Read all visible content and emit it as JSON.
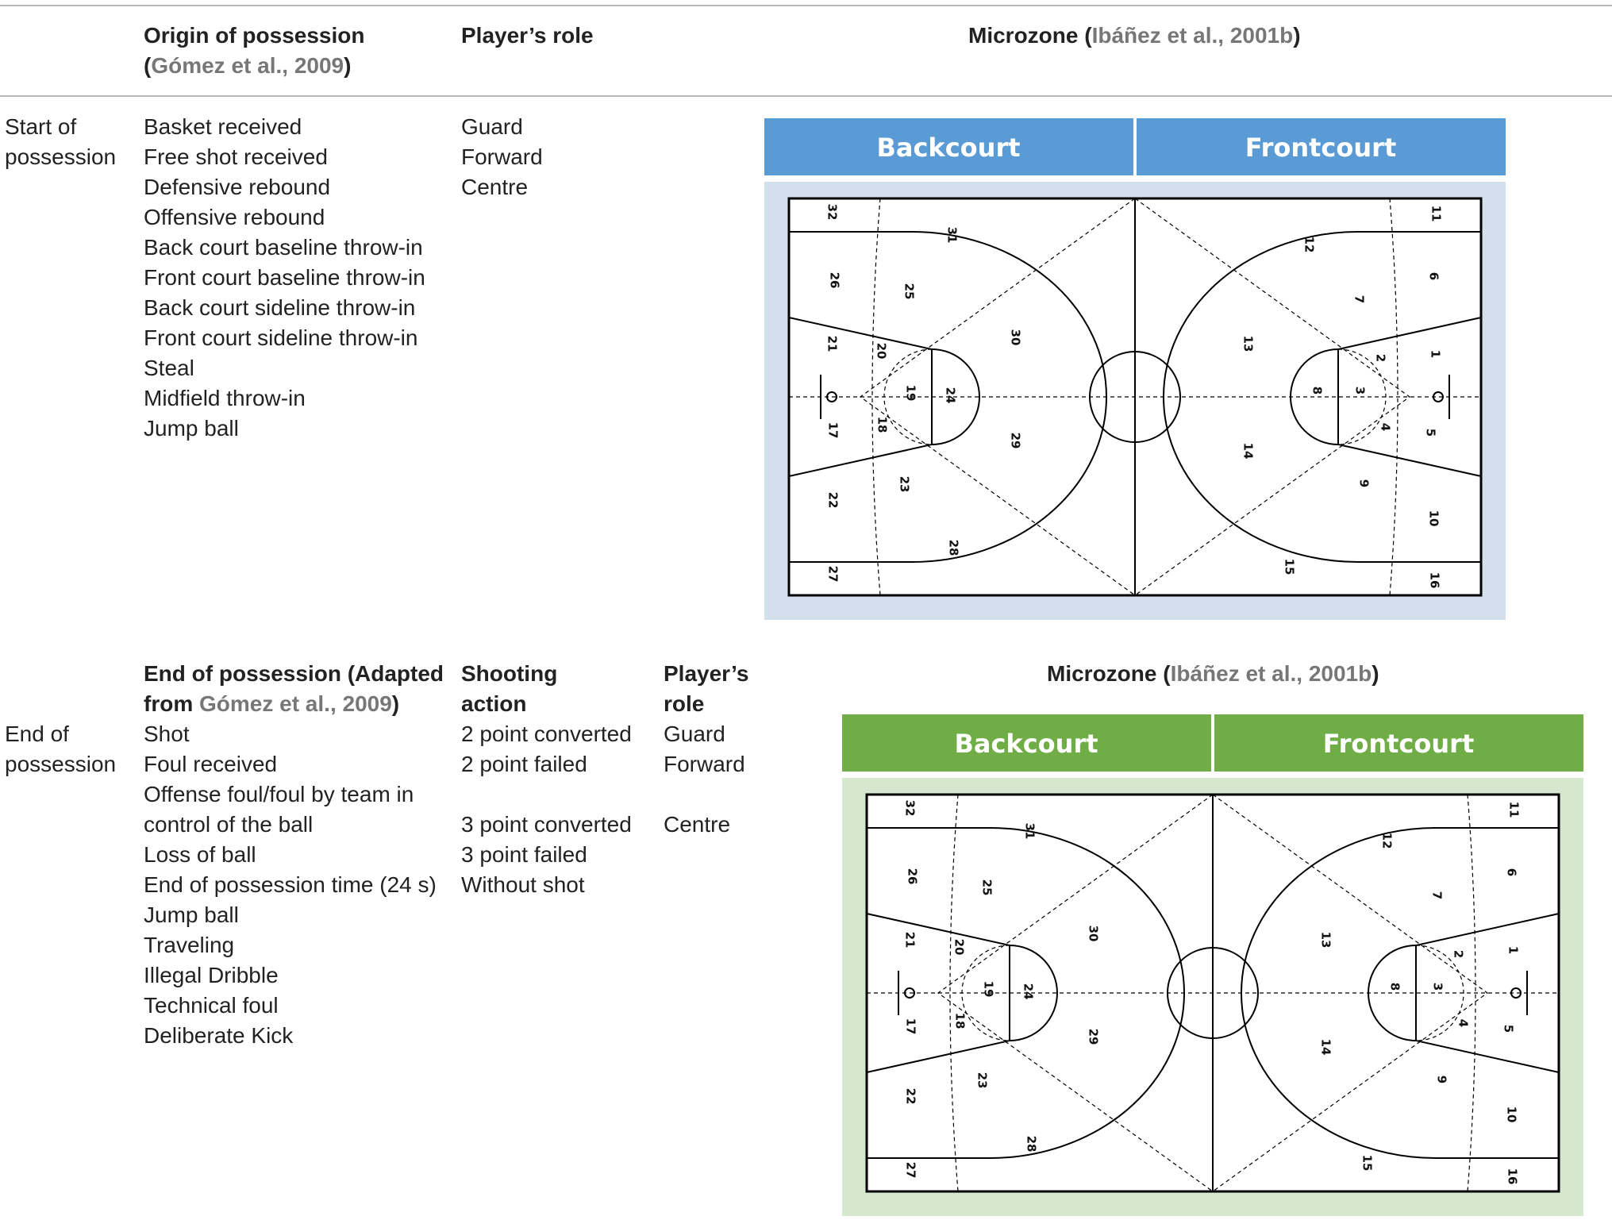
{
  "top": {
    "col1_header_line1": "Origin of possession",
    "col1_header_open": "(",
    "col1_header_cite": "Gómez et al., 2009",
    "col1_header_close": ")",
    "col2_header": "Player’s role",
    "col3_header_prefix": "Microzone (",
    "col3_header_cite": "Ibáñez et al., 2001b",
    "col3_header_suffix": ")",
    "row_label_line1": "Start of",
    "row_label_line2": "possession",
    "origins": [
      "Basket received",
      "Free shot received",
      "Defensive rebound",
      "Offensive rebound",
      "Back court baseline throw-in",
      "Front court baseline throw-in",
      "Back court sideline throw-in",
      "Front court sideline throw-in",
      "Steal",
      "Midfield throw-in",
      "Jump ball"
    ],
    "roles": [
      "Guard",
      "Forward",
      "Centre"
    ],
    "court": {
      "left_label": "Backcourt",
      "right_label": "Frontcourt",
      "band_color": "#5b9bd5",
      "bg_color": "#d4dfee"
    }
  },
  "bottom": {
    "col1_header_line1": "End of possession (Adapted",
    "col1_header_line2_prefix": "from ",
    "col1_header_cite": "Gómez et al., 2009",
    "col1_header_suffix": ")",
    "col2_header_line1": "Shooting",
    "col2_header_line2": "action",
    "col3_header_line1": "Player’s",
    "col3_header_line2": "role",
    "col4_header_prefix": "Microzone (",
    "col4_header_cite": "Ibáñez et al., 2001b",
    "col4_header_suffix": ")",
    "row_label_line1": "End of",
    "row_label_line2": "possession",
    "ends": [
      "Shot",
      "Foul received",
      "Offense foul/foul by team in",
      "control of the ball",
      "Loss of ball",
      "End of possession time (24 s)",
      "Jump ball",
      "Traveling",
      "Illegal Dribble",
      "Technical foul",
      "Deliberate Kick"
    ],
    "shooting": [
      "2 point converted",
      "2 point failed",
      "",
      "3 point converted",
      "3 point failed",
      "Without shot"
    ],
    "roles": [
      "Guard",
      "Forward",
      "",
      "Centre"
    ],
    "court": {
      "left_label": "Backcourt",
      "right_label": "Frontcourt",
      "band_color": "#70ad47",
      "bg_color": "#d6e7d0"
    }
  },
  "zone_numbers": [
    "1",
    "2",
    "3",
    "4",
    "5",
    "6",
    "7",
    "8",
    "9",
    "10",
    "11",
    "12",
    "13",
    "14",
    "15",
    "16",
    "17",
    "18",
    "19",
    "20",
    "21",
    "22",
    "23",
    "24",
    "25",
    "26",
    "27",
    "28",
    "29",
    "30",
    "31",
    "32"
  ]
}
